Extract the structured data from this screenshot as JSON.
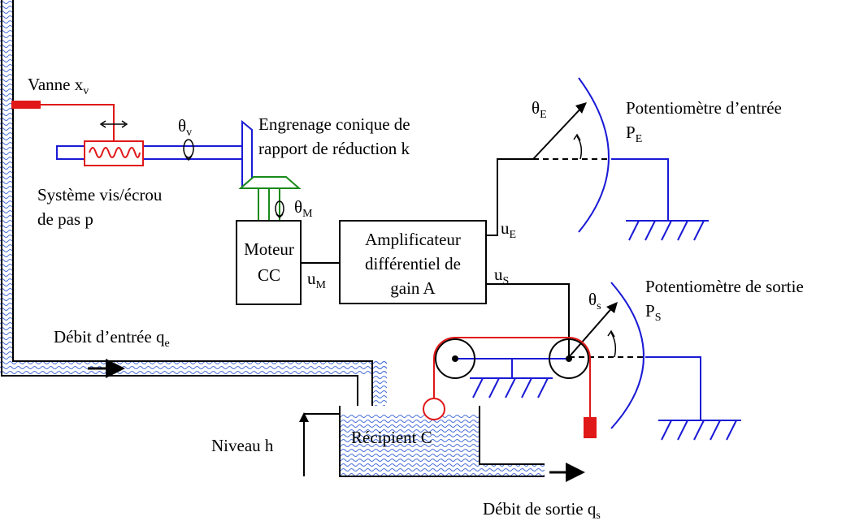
{
  "labels": {
    "valve": {
      "text": "Vanne x",
      "sub": "v"
    },
    "gear": {
      "line1": "Engrenage conique de",
      "line2": "rapport de réduction k"
    },
    "screw": {
      "line1": "Système vis/écrou",
      "line2": "de pas p"
    },
    "theta_v": {
      "text": "θ",
      "sub": "v"
    },
    "theta_m": {
      "text": "θ",
      "sub": "M"
    },
    "motor": {
      "line1": "Moteur",
      "line2": "CC"
    },
    "u_m": {
      "text": "u",
      "sub": "M"
    },
    "amplifier": {
      "line1": "Amplificateur",
      "line2": "différentiel de",
      "line3": "gain A"
    },
    "u_e": {
      "text": "u",
      "sub": "E"
    },
    "u_s": {
      "text": "u",
      "sub": "S"
    },
    "theta_e": {
      "text": "θ",
      "sub": "E"
    },
    "pot_in": {
      "line1": "Potentiomètre d’entrée",
      "line2_text": "P",
      "line2_sub": "E"
    },
    "theta_s": {
      "text": "θ",
      "sub": "s"
    },
    "pot_out": {
      "line1": "Potentiomètre de sortie",
      "line2_text": "P",
      "line2_sub": "S"
    },
    "inflow": {
      "text": "Débit d’entrée q",
      "sub": "e"
    },
    "level": {
      "text": "Niveau h"
    },
    "tank": {
      "text": "Récipient C"
    },
    "outflow": {
      "text": "Débit de sortie q",
      "sub": "s"
    }
  },
  "colors": {
    "blue": "#1a1ad6",
    "red": "#e01818",
    "green": "#1a8a1a",
    "water": "#4a6fd8",
    "black": "#000000"
  }
}
